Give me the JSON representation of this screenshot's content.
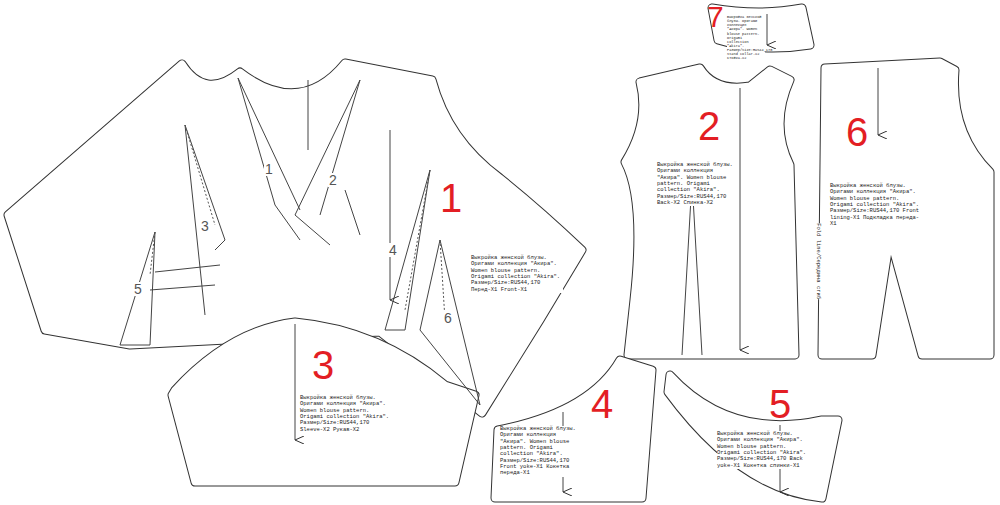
{
  "diagram": {
    "labels": [
      "1",
      "2",
      "3",
      "4",
      "5",
      "6",
      "7",
      "1",
      "2",
      "3",
      "4",
      "5",
      "6",
      "Выкройка женской блузы. Оригами коллекция \"Акира\". Women blouse pattern. Origami collection \"Akira\". Размер/Size:RUS44,170 Перед-X1 Front-X1",
      "Выкройка женской блузы. Оригами коллекция \"Акира\". Women blouse pattern. Origami collection \"Akira\". Размер/Size:RUS44,170 Back-X2 Спинка-X2",
      "Выкройка женской блузы. Оригами коллекция \"Акира\". Women blouse pattern. Origami collection \"Akira\". Размер/Size:RUS44,170 Sleeve-X2 Рукав-X2",
      "Выкройка женской блузы. Оригами коллекция \"Акира\". Women blouse pattern. Origami collection \"Akira\". Размер/Size:RUS44,170 Front yoke-X1 Кокетка переда-X1",
      "Выкройка женской блузы. Оригами коллекция \"Акира\". Women blouse pattern. Origami collection \"Akira\". Размер/Size:RUS44,170 Back yoke-X1 Кокетка спинки-X1",
      "Выкройка женской блузы. Оригами коллекция \"Акира\". Women blouse pattern. Origami collection \"Akira\". Размер/Size:RUS44,170 Front lining-X1 Подкладка переда-X1",
      "Выкройка женской блузы. Оригами коллекция \"Акира\". Women blouse pattern. Origami collection \"Akira\". Размер/Size:RUS44,170 Stand collar-X2 Стойка-X2",
      "Fold line/Середина сгиб"
    ]
  }
}
